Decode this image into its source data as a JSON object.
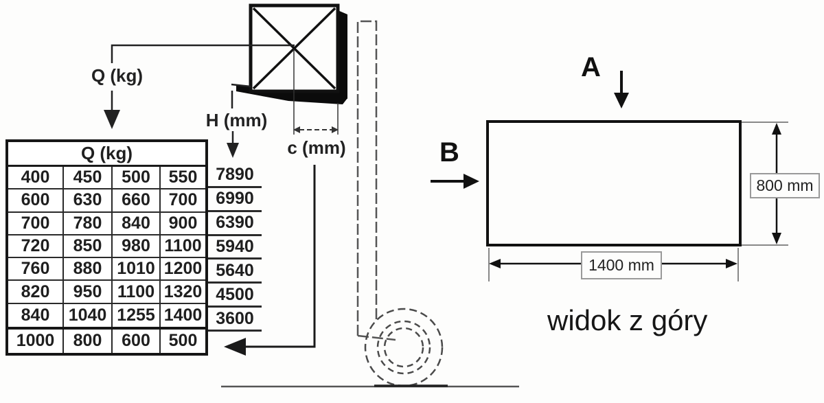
{
  "diagram": {
    "q_label": "Q (kg)",
    "h_label": "H (mm)",
    "c_label": "c (mm)",
    "table": {
      "header": "Q (kg)",
      "rows": [
        [
          "400",
          "450",
          "500",
          "550"
        ],
        [
          "600",
          "630",
          "660",
          "700"
        ],
        [
          "700",
          "780",
          "840",
          "900"
        ],
        [
          "720",
          "850",
          "980",
          "1100"
        ],
        [
          "760",
          "880",
          "1010",
          "1200"
        ],
        [
          "820",
          "950",
          "1100",
          "1320"
        ],
        [
          "840",
          "1040",
          "1255",
          "1400"
        ]
      ],
      "h_values": [
        "7890",
        "6990",
        "6390",
        "5940",
        "5640",
        "4500",
        "3600"
      ],
      "c_row": [
        "1000",
        "800",
        "600",
        "500"
      ]
    },
    "top_view": {
      "label_a": "A",
      "label_b": "B",
      "width_label": "1400 mm",
      "height_label": "800 mm",
      "caption": "widok z góry"
    },
    "colors": {
      "ink": "#111111",
      "sketch": "#555555",
      "text": "#1f1f1f"
    }
  }
}
